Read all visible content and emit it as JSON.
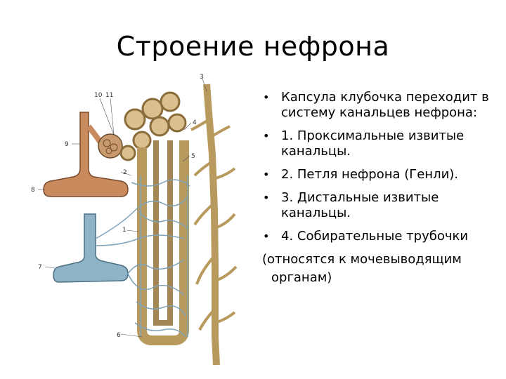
{
  "slide": {
    "title": "Строение нефрона",
    "bullets": [
      "Капсула клубочка переходит в систему канальцев нефрона:",
      "1. Проксимальные извитые канальцы.",
      "2. Петля нефрона (Генли).",
      "3. Дистальные извитые канальцы.",
      "4.  Собирательные трубочки"
    ],
    "note_line1": "(относятся к мочевыводящим",
    "note_line2": "органам)"
  },
  "figure": {
    "labels": [
      "10",
      "11",
      "3",
      "9",
      "4",
      "5",
      "2",
      "8",
      "1",
      "7",
      "6"
    ],
    "colors": {
      "tubule": "#b99a5e",
      "tubule_dark": "#8a6d3b",
      "artery": "#c98a5e",
      "vein": "#8fb3c6",
      "capillary": "#7ea3b8"
    }
  }
}
